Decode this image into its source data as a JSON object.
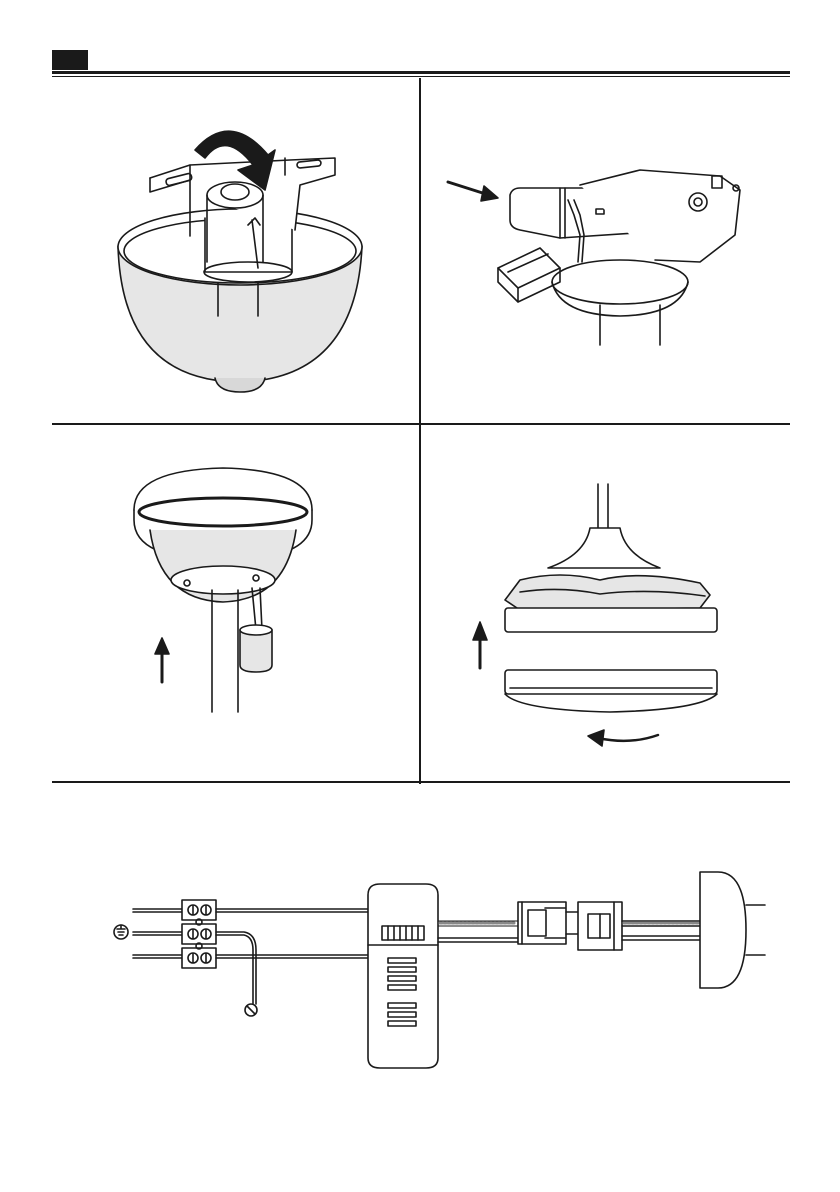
{
  "page": {
    "panels": [
      {
        "id": "panel-1",
        "subject": "canopy-hanger-bracket"
      },
      {
        "id": "panel-2",
        "subject": "wire-connector-mounting-bracket"
      },
      {
        "id": "panel-3",
        "subject": "canopy-raise-screw"
      },
      {
        "id": "panel-4",
        "subject": "collar-cover-twist"
      },
      {
        "id": "panel-5",
        "subject": "wiring-diagram-receiver"
      }
    ],
    "icons": [
      "ground-symbol-icon",
      "arrow-icon",
      "rotate-arrow-icon"
    ],
    "colors": {
      "ink": "#1a1a1a",
      "paper": "#ffffff",
      "shade": "#e6e6e6"
    }
  }
}
